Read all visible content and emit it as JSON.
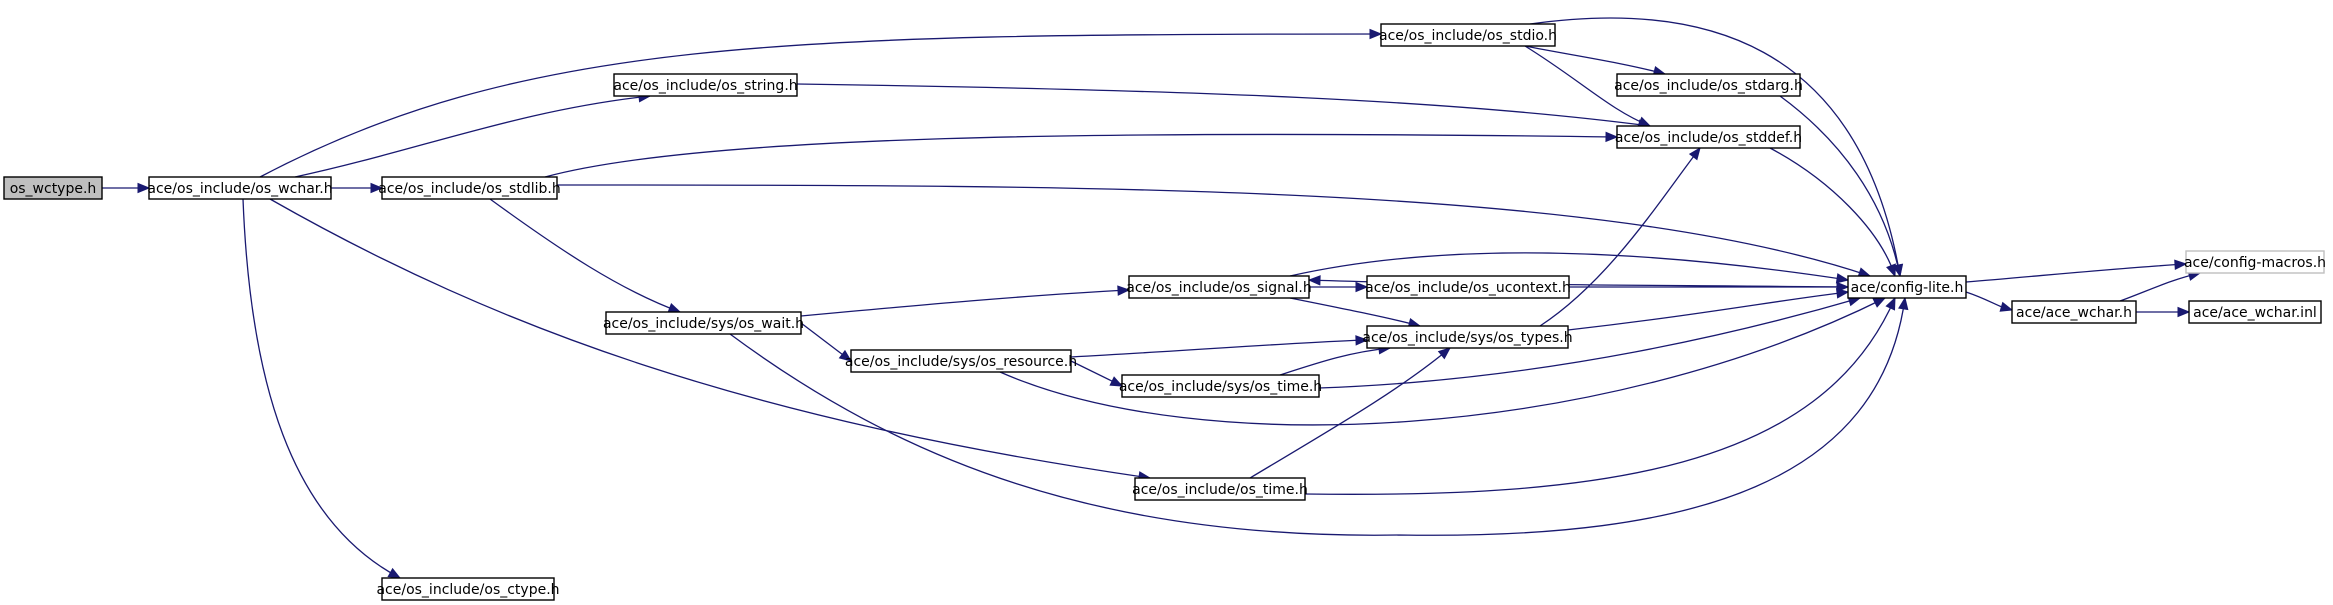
{
  "nodes": [
    {
      "id": "os_wctype",
      "label": "os_wctype.h",
      "root": true
    },
    {
      "id": "os_wchar",
      "label": "ace/os_include/os_wchar.h"
    },
    {
      "id": "os_stdlib",
      "label": "ace/os_include/os_stdlib.h"
    },
    {
      "id": "os_string",
      "label": "ace/os_include/os_string.h"
    },
    {
      "id": "os_stdio",
      "label": "ace/os_include/os_stdio.h"
    },
    {
      "id": "os_stdarg",
      "label": "ace/os_include/os_stdarg.h"
    },
    {
      "id": "os_stddef",
      "label": "ace/os_include/os_stddef.h"
    },
    {
      "id": "os_wait",
      "label": "ace/os_include/sys/os_wait.h"
    },
    {
      "id": "os_signal",
      "label": "ace/os_include/os_signal.h"
    },
    {
      "id": "os_ucontext",
      "label": "ace/os_include/os_ucontext.h"
    },
    {
      "id": "os_types",
      "label": "ace/os_include/sys/os_types.h"
    },
    {
      "id": "os_resource",
      "label": "ace/os_include/sys/os_resource.h"
    },
    {
      "id": "os_sys_time",
      "label": "ace/os_include/sys/os_time.h"
    },
    {
      "id": "os_time",
      "label": "ace/os_include/os_time.h"
    },
    {
      "id": "os_ctype",
      "label": "ace/os_include/os_ctype.h"
    },
    {
      "id": "config_lite",
      "label": "ace/config-lite.h"
    },
    {
      "id": "config_macros",
      "label": "ace/config-macros.h",
      "grey": true
    },
    {
      "id": "ace_wchar",
      "label": "ace/ace_wchar.h"
    },
    {
      "id": "ace_wchar_inl",
      "label": "ace/ace_wchar.inl"
    }
  ],
  "edges": [
    [
      "os_wctype",
      "os_wchar"
    ],
    [
      "os_wchar",
      "os_stdlib"
    ],
    [
      "os_wchar",
      "os_string"
    ],
    [
      "os_wchar",
      "os_stdio"
    ],
    [
      "os_wchar",
      "os_time"
    ],
    [
      "os_wchar",
      "os_ctype"
    ],
    [
      "os_stdlib",
      "os_stddef"
    ],
    [
      "os_stdlib",
      "os_wait"
    ],
    [
      "os_stdlib",
      "config_lite"
    ],
    [
      "os_string",
      "os_stddef"
    ],
    [
      "os_stdio",
      "os_stdarg"
    ],
    [
      "os_stdio",
      "os_stddef"
    ],
    [
      "os_stdio",
      "config_lite"
    ],
    [
      "os_stdarg",
      "config_lite"
    ],
    [
      "os_stddef",
      "config_lite"
    ],
    [
      "os_wait",
      "os_signal"
    ],
    [
      "os_wait",
      "os_resource"
    ],
    [
      "os_wait",
      "config_lite"
    ],
    [
      "os_signal",
      "os_ucontext"
    ],
    [
      "os_signal",
      "os_types"
    ],
    [
      "os_signal",
      "config_lite"
    ],
    [
      "os_ucontext",
      "config_lite"
    ],
    [
      "os_types",
      "os_stddef"
    ],
    [
      "os_types",
      "config_lite"
    ],
    [
      "os_resource",
      "os_types"
    ],
    [
      "os_resource",
      "os_sys_time"
    ],
    [
      "os_resource",
      "config_lite"
    ],
    [
      "os_sys_time",
      "os_types"
    ],
    [
      "os_sys_time",
      "config_lite"
    ],
    [
      "os_time",
      "os_types"
    ],
    [
      "os_time",
      "config_lite"
    ],
    [
      "config_lite",
      "os_signal"
    ],
    [
      "config_lite",
      "config_macros"
    ],
    [
      "config_lite",
      "ace_wchar"
    ],
    [
      "ace_wchar",
      "config_macros"
    ],
    [
      "ace_wchar",
      "ace_wchar_inl"
    ]
  ],
  "colors": {
    "edge": "#191970",
    "root_fill": "#bfbfbf",
    "grey_border": "#bfbfbf"
  }
}
